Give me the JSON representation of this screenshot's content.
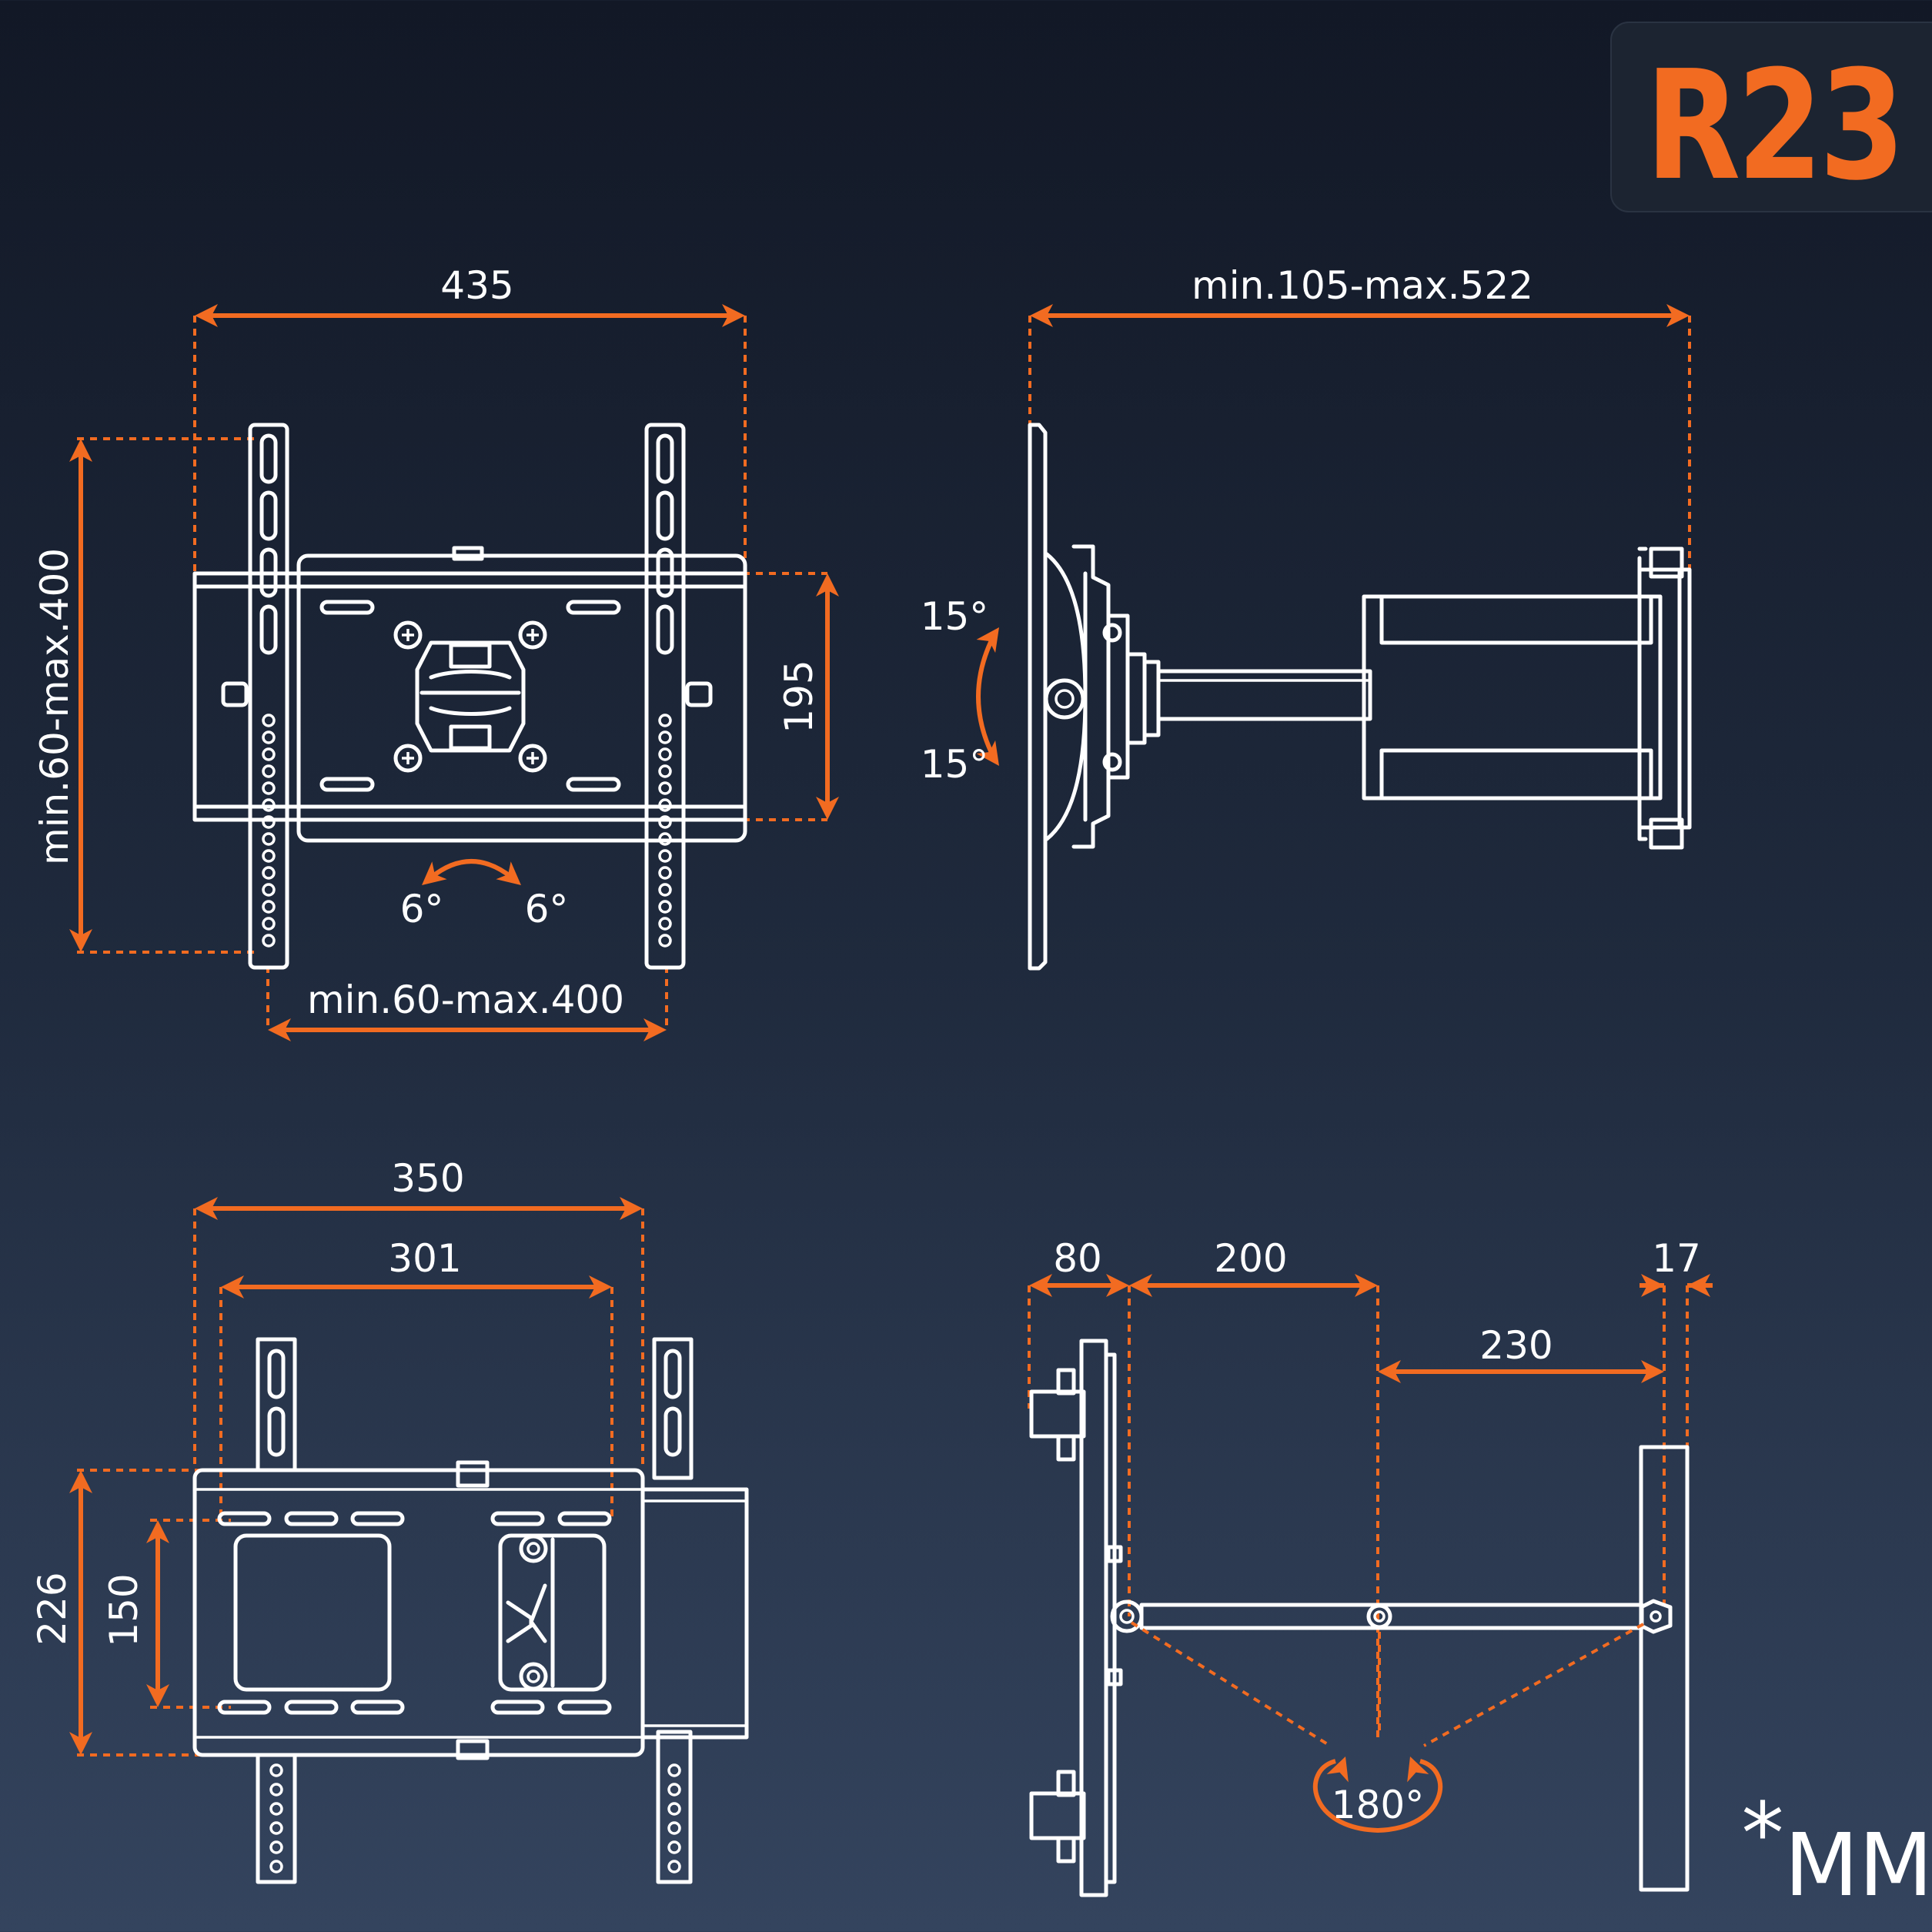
{
  "badge": {
    "model": "R23"
  },
  "front_view": {
    "width_label": "435",
    "vertical_range_label": "min.60-max.400",
    "horizontal_range_label": "min.60-max.400",
    "plate_height_label": "195",
    "tilt_left_label": "6°",
    "tilt_right_label": "6°"
  },
  "side_view": {
    "extension_label": "min.105-max.522",
    "tilt_up_label": "15°",
    "tilt_down_label": "15°"
  },
  "bottom_view": {
    "outer_width_label": "350",
    "inner_width_label": "301",
    "outer_height_label": "226",
    "inner_height_label": "150"
  },
  "top_view": {
    "plate_depth_label": "80",
    "arm_segment_label": "200",
    "arm_segment_2_label": "230",
    "wall_plate_label": "17",
    "swivel_label": "180°"
  },
  "unit_note": {
    "asterisk": "*",
    "unit": "MM"
  },
  "colors": {
    "accent": "#f26b21",
    "line": "#ffffff",
    "background": "#1a2333"
  }
}
